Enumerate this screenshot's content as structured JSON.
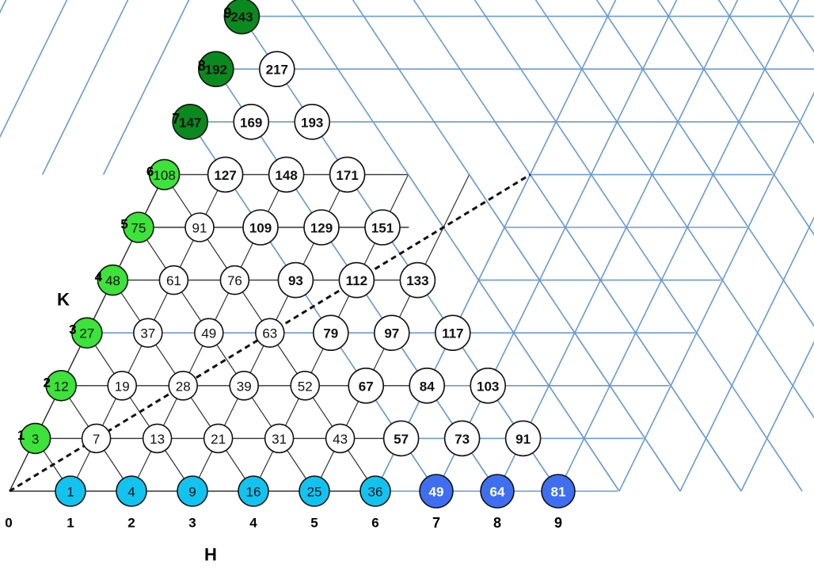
{
  "axes": {
    "h_label": "H",
    "k_label": "K",
    "origin_label": "0",
    "h_ticks": [
      "1",
      "2",
      "3",
      "4",
      "5",
      "6",
      "7",
      "8",
      "9"
    ],
    "k_ticks": [
      "1",
      "2",
      "3",
      "4",
      "5",
      "6",
      "7",
      "8",
      "9"
    ]
  },
  "colors": {
    "grid_black": "#333333",
    "grid_blue": "#6a9bd1",
    "node_blue_light": "#12c3f0",
    "node_blue": "#3f6ff0",
    "node_green_light": "#3de23a",
    "node_green_dark": "#0a8a1e",
    "node_white": "#ffffff",
    "dashed_line": "#111111"
  },
  "nodes": [
    {
      "h": 1,
      "k": 0,
      "label": "1",
      "style": "blue-light"
    },
    {
      "h": 2,
      "k": 0,
      "label": "4",
      "style": "blue-light"
    },
    {
      "h": 3,
      "k": 0,
      "label": "9",
      "style": "blue-light"
    },
    {
      "h": 4,
      "k": 0,
      "label": "16",
      "style": "blue-light"
    },
    {
      "h": 5,
      "k": 0,
      "label": "25",
      "style": "blue-light"
    },
    {
      "h": 6,
      "k": 0,
      "label": "36",
      "style": "blue-light"
    },
    {
      "h": 7,
      "k": 0,
      "label": "49",
      "style": "blue"
    },
    {
      "h": 8,
      "k": 0,
      "label": "64",
      "style": "blue"
    },
    {
      "h": 9,
      "k": 0,
      "label": "81",
      "style": "blue"
    },
    {
      "h": 1,
      "k": 1,
      "label": "3",
      "style": "green-light"
    },
    {
      "h": 2,
      "k": 1,
      "label": "7",
      "style": "white"
    },
    {
      "h": 3,
      "k": 1,
      "label": "13",
      "style": "white"
    },
    {
      "h": 4,
      "k": 1,
      "label": "21",
      "style": "white"
    },
    {
      "h": 5,
      "k": 1,
      "label": "31",
      "style": "white"
    },
    {
      "h": 6,
      "k": 1,
      "label": "43",
      "style": "white"
    },
    {
      "h": 7,
      "k": 1,
      "label": "57",
      "style": "white-bold"
    },
    {
      "h": 8,
      "k": 1,
      "label": "73",
      "style": "white-bold"
    },
    {
      "h": 9,
      "k": 1,
      "label": "91",
      "style": "white-bold"
    },
    {
      "h": 2,
      "k": 2,
      "label": "12",
      "style": "green-light"
    },
    {
      "h": 3,
      "k": 2,
      "label": "19",
      "style": "white"
    },
    {
      "h": 4,
      "k": 2,
      "label": "28",
      "style": "white"
    },
    {
      "h": 5,
      "k": 2,
      "label": "39",
      "style": "white"
    },
    {
      "h": 6,
      "k": 2,
      "label": "52",
      "style": "white"
    },
    {
      "h": 7,
      "k": 2,
      "label": "67",
      "style": "white-bold"
    },
    {
      "h": 8,
      "k": 2,
      "label": "84",
      "style": "white-bold"
    },
    {
      "h": 9,
      "k": 2,
      "label": "103",
      "style": "white-bold"
    },
    {
      "h": 3,
      "k": 3,
      "label": "27",
      "style": "green-light"
    },
    {
      "h": 4,
      "k": 3,
      "label": "37",
      "style": "white"
    },
    {
      "h": 5,
      "k": 3,
      "label": "49",
      "style": "white"
    },
    {
      "h": 6,
      "k": 3,
      "label": "63",
      "style": "white"
    },
    {
      "h": 7,
      "k": 3,
      "label": "79",
      "style": "white-bold"
    },
    {
      "h": 8,
      "k": 3,
      "label": "97",
      "style": "white-bold"
    },
    {
      "h": 9,
      "k": 3,
      "label": "117",
      "style": "white-bold"
    },
    {
      "h": 4,
      "k": 4,
      "label": "48",
      "style": "green-light"
    },
    {
      "h": 5,
      "k": 4,
      "label": "61",
      "style": "white"
    },
    {
      "h": 6,
      "k": 4,
      "label": "76",
      "style": "white"
    },
    {
      "h": 7,
      "k": 4,
      "label": "93",
      "style": "white-bold"
    },
    {
      "h": 8,
      "k": 4,
      "label": "112",
      "style": "white-bold"
    },
    {
      "h": 9,
      "k": 4,
      "label": "133",
      "style": "white-bold"
    },
    {
      "h": 5,
      "k": 5,
      "label": "75",
      "style": "green-light"
    },
    {
      "h": 6,
      "k": 5,
      "label": "91",
      "style": "white"
    },
    {
      "h": 7,
      "k": 5,
      "label": "109",
      "style": "white-bold"
    },
    {
      "h": 8,
      "k": 5,
      "label": "129",
      "style": "white-bold"
    },
    {
      "h": 9,
      "k": 5,
      "label": "151",
      "style": "white-bold"
    },
    {
      "h": 6,
      "k": 6,
      "label": "108",
      "style": "green-light"
    },
    {
      "h": 7,
      "k": 6,
      "label": "127",
      "style": "white-bold"
    },
    {
      "h": 8,
      "k": 6,
      "label": "148",
      "style": "white-bold"
    },
    {
      "h": 9,
      "k": 6,
      "label": "171",
      "style": "white-bold"
    },
    {
      "h": 7,
      "k": 7,
      "label": "147",
      "style": "green-dark"
    },
    {
      "h": 8,
      "k": 7,
      "label": "169",
      "style": "white-bold"
    },
    {
      "h": 9,
      "k": 7,
      "label": "193",
      "style": "white-bold"
    },
    {
      "h": 8,
      "k": 8,
      "label": "192",
      "style": "green-dark"
    },
    {
      "h": 9,
      "k": 8,
      "label": "217",
      "style": "white-bold"
    },
    {
      "h": 9,
      "k": 9,
      "label": "243",
      "style": "green-dark"
    }
  ]
}
